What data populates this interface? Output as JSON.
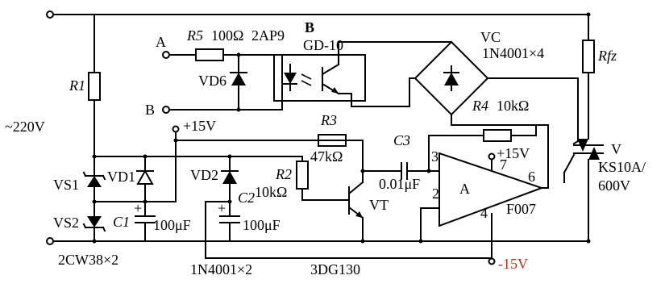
{
  "labels": {
    "supply": "~220V",
    "r1": "R1",
    "vs1": "VS1",
    "vs2": "VS2",
    "zener_part": "2CW38×2",
    "vd1": "VD1",
    "c1": "C1",
    "c1_val": "100μF",
    "vd2": "VD2",
    "c2": "C2",
    "c2_val": "100μF",
    "diode_part": "1N4001×2",
    "plus15_top": "+15V",
    "r2": "R2",
    "r2_val": "10kΩ",
    "r3": "R3",
    "r3_val": "47kΩ",
    "vt": "VT",
    "vt_part": "3DG130",
    "c3": "C3",
    "c3_val": "0.01μF",
    "opamp": "A",
    "opamp_part": "F007",
    "pin3": "3",
    "pin2": "2",
    "pin4": "4",
    "pin6": "6",
    "pin7": "7",
    "plus15_op": "+15V",
    "minus15": "-15V",
    "r4": "R4",
    "r4_val": "10kΩ",
    "term_a": "A",
    "term_b": "B",
    "r5": "R5",
    "r5_val": "100Ω",
    "vd6_part": "2AP9",
    "vd6": "VD6",
    "opto_b": "B",
    "opto_part": "GD-10",
    "vc": "VC",
    "bridge_part": "1N4001×4",
    "rfz": "Rfz",
    "triac": "V",
    "triac_part1": "KS10A/",
    "triac_part2": "600V"
  }
}
